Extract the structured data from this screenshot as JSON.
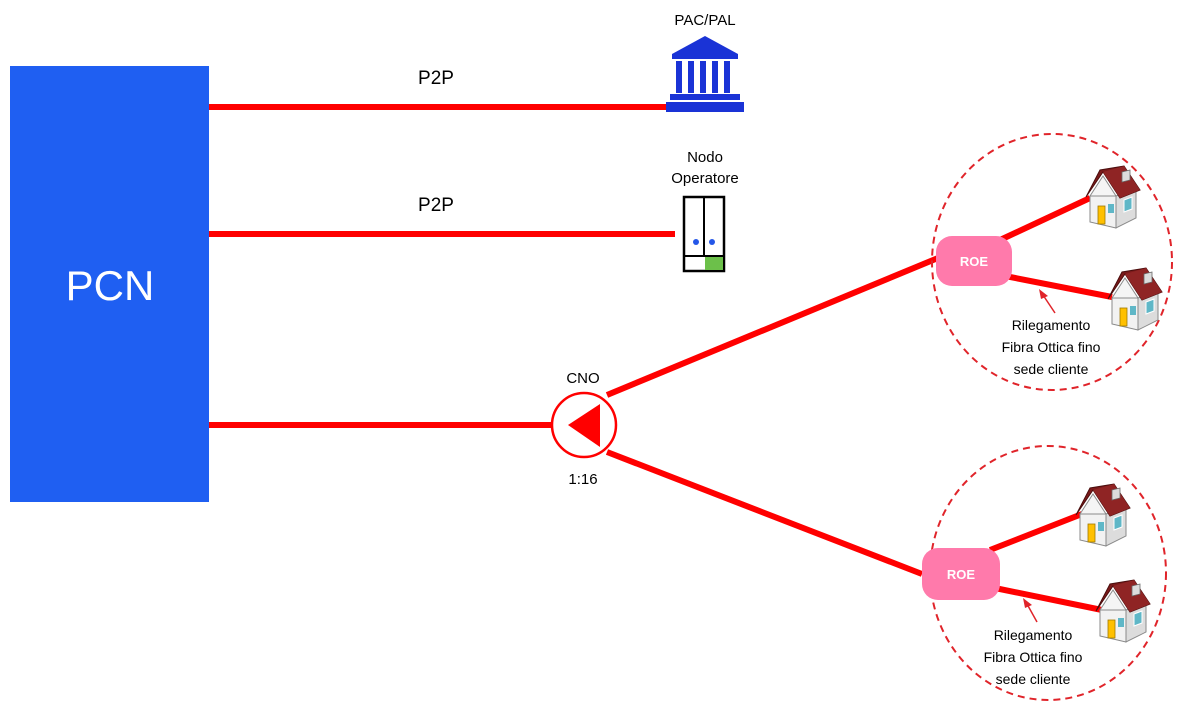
{
  "colors": {
    "pcn_fill": "#1f5ff2",
    "fiber": "#ff0000",
    "roe_fill": "#ff7aab",
    "building_blue": "#1a33d6",
    "circle_dash": "#e0242a",
    "house_roof": "#7b1a1a",
    "house_wall": "#f2f2f2",
    "house_door": "#ffc000"
  },
  "pcn": {
    "label": "PCN"
  },
  "links": [
    {
      "label": "P2P",
      "target": "PAC/PAL",
      "icon": "government-building-icon"
    },
    {
      "label": "P2P",
      "target_line1": "Nodo",
      "target_line2": "Operatore",
      "icon": "rack-cabinet-icon"
    }
  ],
  "splitter": {
    "label": "CNO",
    "ratio": "1:16",
    "icon": "splitter-triangle-icon"
  },
  "clusters": [
    {
      "roe_label": "ROE",
      "note_line1": "Rilegamento",
      "note_line2": "Fibra Ottica fino",
      "note_line3": "sede cliente",
      "houses": [
        "house-icon",
        "house-icon"
      ]
    },
    {
      "roe_label": "ROE",
      "note_line1": "Rilegamento",
      "note_line2": "Fibra Ottica fino",
      "note_line3": "sede cliente",
      "houses": [
        "house-icon",
        "house-icon"
      ]
    }
  ]
}
